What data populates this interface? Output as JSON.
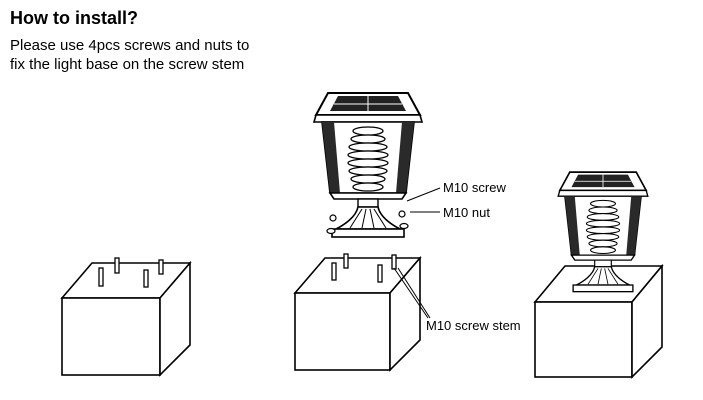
{
  "heading": "How to install?",
  "instructions": [
    "Please use 4pcs screws and nuts to",
    "fix the light base on the screw stem"
  ],
  "callouts": {
    "screw": "M10 screw",
    "nut": "M10 nut",
    "stem": "M10 screw stem"
  }
}
